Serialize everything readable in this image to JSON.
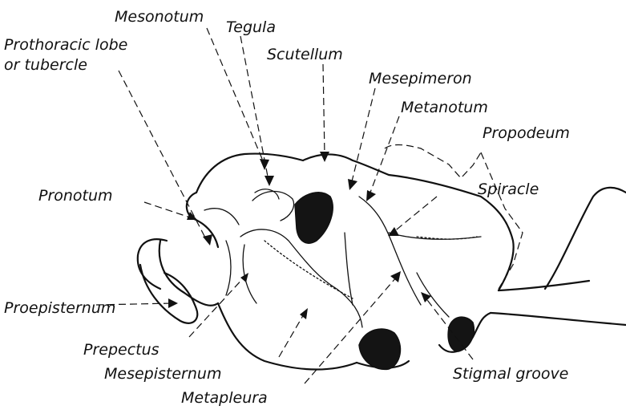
{
  "figure": {
    "labels": {
      "mesonotum": "Mesonotum",
      "tegula": "Tegula",
      "prothoracic_lobe_line1": "Prothoracic lobe",
      "prothoracic_lobe_line2": "or tubercle",
      "scutellum": "Scutellum",
      "mesepimeron": "Mesepimeron",
      "metanotum": "Metanotum",
      "propodeum": "Propodeum",
      "spiracle": "Spiracle",
      "pronotum": "Pronotum",
      "proepisternum": "Proepisternum",
      "prepectus": "Prepectus",
      "mesepisternum": "Mesepisternum",
      "metapleura": "Metapleura",
      "stigmal_groove": "Stigmal groove"
    }
  }
}
